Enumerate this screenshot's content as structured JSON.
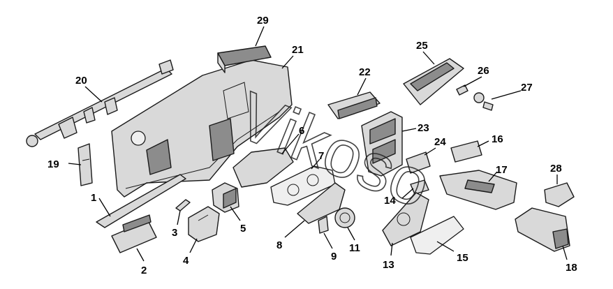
{
  "watermark": "Vikoso",
  "callouts": [
    {
      "id": "1",
      "label": "1"
    },
    {
      "id": "2",
      "label": "2"
    },
    {
      "id": "3",
      "label": "3"
    },
    {
      "id": "4",
      "label": "4"
    },
    {
      "id": "5",
      "label": "5"
    },
    {
      "id": "6",
      "label": "6"
    },
    {
      "id": "7",
      "label": "7"
    },
    {
      "id": "8",
      "label": "8"
    },
    {
      "id": "9",
      "label": "9"
    },
    {
      "id": "11",
      "label": "11"
    },
    {
      "id": "13",
      "label": "13"
    },
    {
      "id": "14",
      "label": "14"
    },
    {
      "id": "15",
      "label": "15"
    },
    {
      "id": "16",
      "label": "16"
    },
    {
      "id": "17",
      "label": "17"
    },
    {
      "id": "18",
      "label": "18"
    },
    {
      "id": "19",
      "label": "19"
    },
    {
      "id": "20",
      "label": "20"
    },
    {
      "id": "21",
      "label": "21"
    },
    {
      "id": "22",
      "label": "22"
    },
    {
      "id": "23",
      "label": "23"
    },
    {
      "id": "24",
      "label": "24"
    },
    {
      "id": "25",
      "label": "25"
    },
    {
      "id": "26",
      "label": "26"
    },
    {
      "id": "27",
      "label": "27"
    },
    {
      "id": "28",
      "label": "28"
    },
    {
      "id": "29",
      "label": "29"
    }
  ]
}
